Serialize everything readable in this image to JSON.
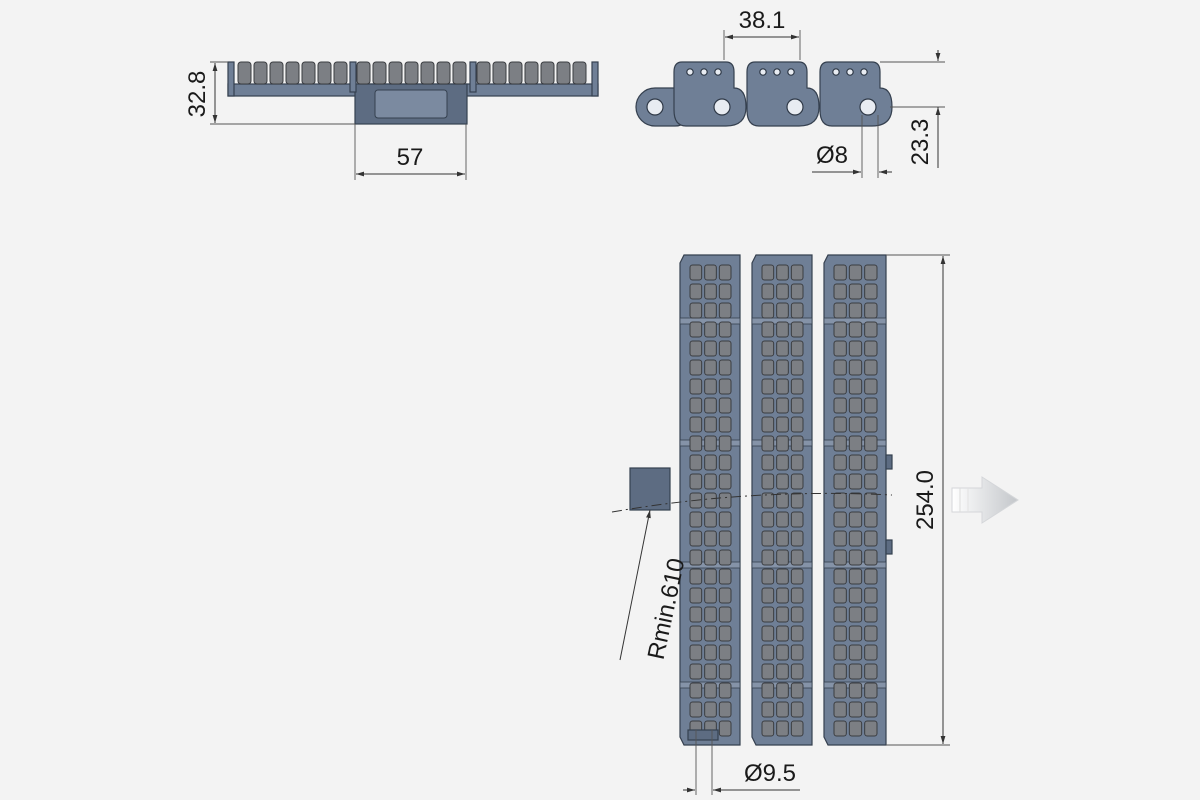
{
  "drawing": {
    "labels": {
      "pitch": "38.1",
      "height": "32.8",
      "hinge_width": "57",
      "pin_diameter": "Ø8",
      "pin_height": "23.3",
      "width": "254.0",
      "side_pin": "Ø9.5",
      "radius": "Rmin.610"
    },
    "colors": {
      "module_body": "#6f7f96",
      "roller": "#7c7f84",
      "arrow": "#c9ccd0"
    },
    "icons": {
      "direction": "arrow-right-icon"
    }
  }
}
